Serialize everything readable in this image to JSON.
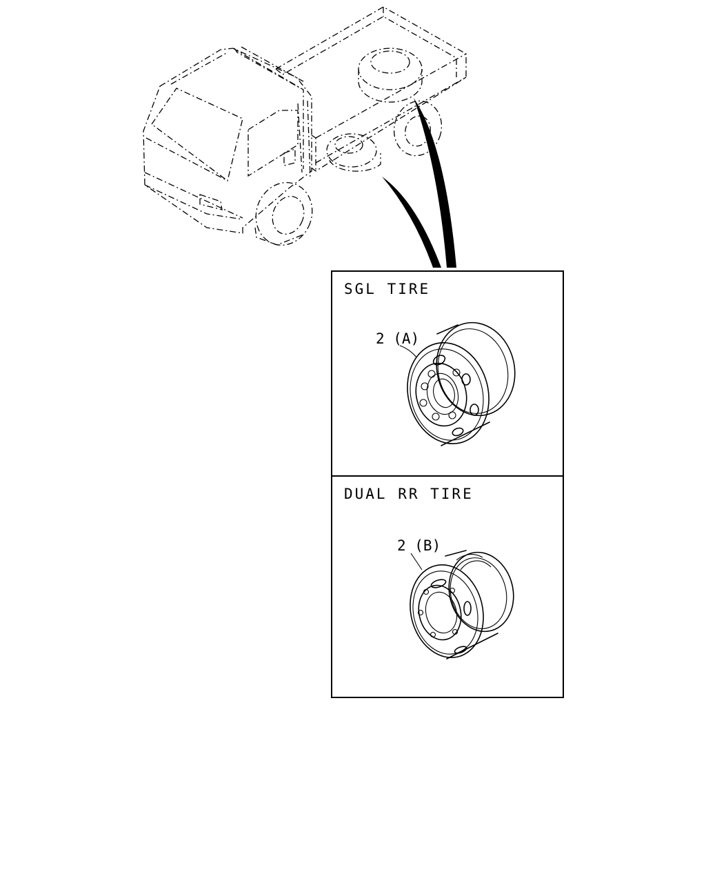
{
  "figure": {
    "panels": [
      {
        "label": "SGL TIRE",
        "callout": "2 (A)"
      },
      {
        "label": "DUAL RR TIRE",
        "callout": "2 (B)"
      }
    ]
  }
}
